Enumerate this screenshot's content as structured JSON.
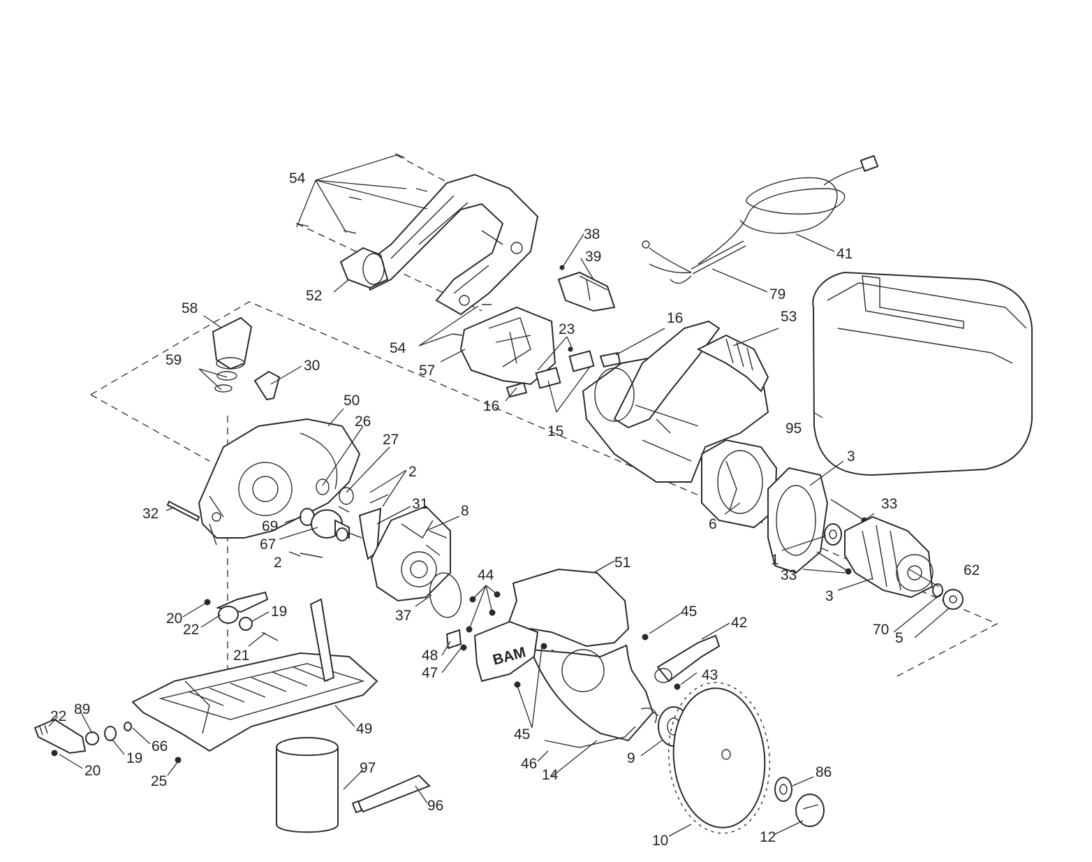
{
  "diagram": {
    "callouts": [
      "54",
      "52",
      "38",
      "39",
      "41",
      "79",
      "58",
      "59",
      "30",
      "54",
      "57",
      "23",
      "16",
      "53",
      "16",
      "15",
      "50",
      "26",
      "27",
      "2",
      "32",
      "31",
      "8",
      "69",
      "67",
      "2",
      "3",
      "33",
      "6",
      "95",
      "1",
      "33",
      "3",
      "62",
      "44",
      "51",
      "37",
      "20",
      "22",
      "19",
      "21",
      "45",
      "42",
      "48",
      "47",
      "43",
      "70",
      "5",
      "22",
      "89",
      "66",
      "19",
      "20",
      "49",
      "25",
      "45",
      "46",
      "14",
      "9",
      "86",
      "97",
      "96",
      "10",
      "12"
    ],
    "brand_text": "BAM",
    "colors": {
      "line": "#2a2a2a",
      "background": "#ffffff"
    }
  }
}
